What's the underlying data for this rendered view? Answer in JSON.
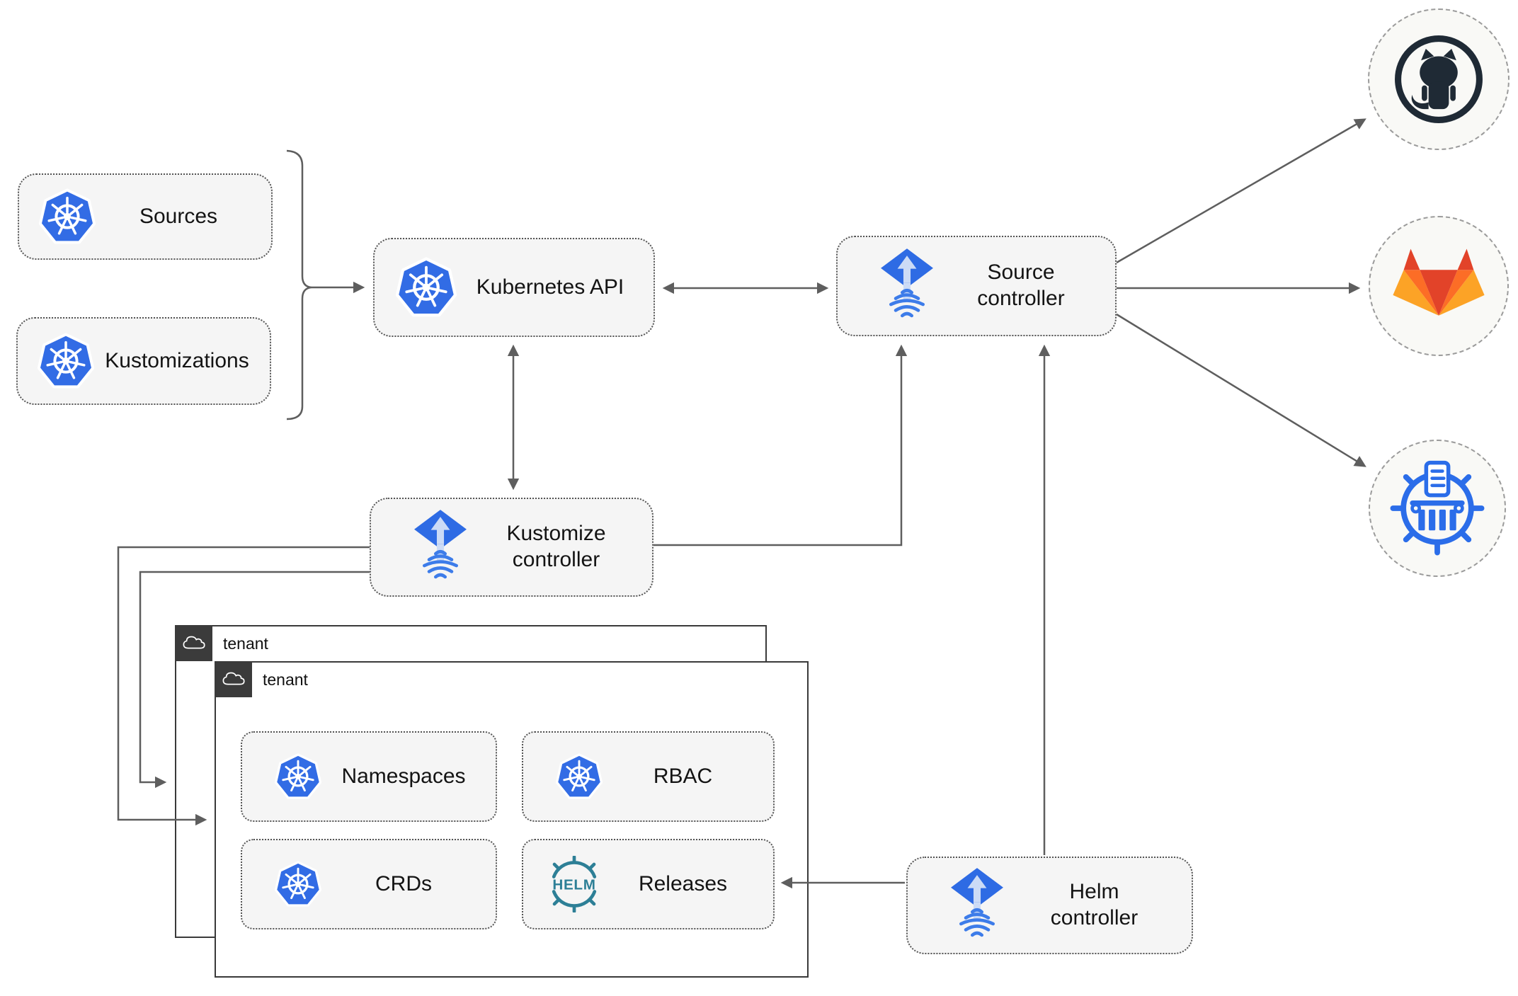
{
  "diagram_name": "flux-gitops-architecture",
  "nodes": {
    "sources": {
      "label": "Sources"
    },
    "kustomizations": {
      "label": "Kustomizations"
    },
    "kubernetes_api": {
      "label": "Kubernetes API"
    },
    "source_controller": {
      "line1": "Source",
      "line2": "controller"
    },
    "kustomize_controller": {
      "line1": "Kustomize",
      "line2": "controller"
    },
    "helm_controller": {
      "line1": "Helm",
      "line2": "controller"
    },
    "tenant_back": {
      "label": "tenant"
    },
    "tenant_front": {
      "label": "tenant"
    },
    "namespaces": {
      "label": "Namespaces"
    },
    "rbac": {
      "label": "RBAC"
    },
    "crds": {
      "label": "CRDs"
    },
    "releases": {
      "label": "Releases"
    }
  },
  "helm_logo_text": "HELM",
  "icons": {
    "kubernetes": "kubernetes-wheel-icon",
    "flux": "flux-diamond-arrow-icon",
    "helm": "helm-wheel-icon",
    "cloud": "cloud-icon",
    "github": "github-octocat-icon",
    "gitlab": "gitlab-fox-icon",
    "chart_repository": "chart-repository-wheel-icon"
  },
  "colors": {
    "kubernetes_blue": "#326ce5",
    "flux_blue": "#2e6be4",
    "flux_light_arrow": "#ccdbf6",
    "flux_wave_blue": "#3d7ce9",
    "helm_teal": "#2d7f96",
    "github_dark": "#1f2a35",
    "gitlab_red": "#e24329",
    "gitlab_orange": "#fc6d26",
    "gitlab_amber": "#fca326",
    "chart_repo_blue": "#2b6de9",
    "line_gray": "#5e5e5e",
    "node_fill": "#f5f5f5",
    "tenant_border": "#3a3a3a",
    "tab_dark": "#3b3b3b"
  }
}
